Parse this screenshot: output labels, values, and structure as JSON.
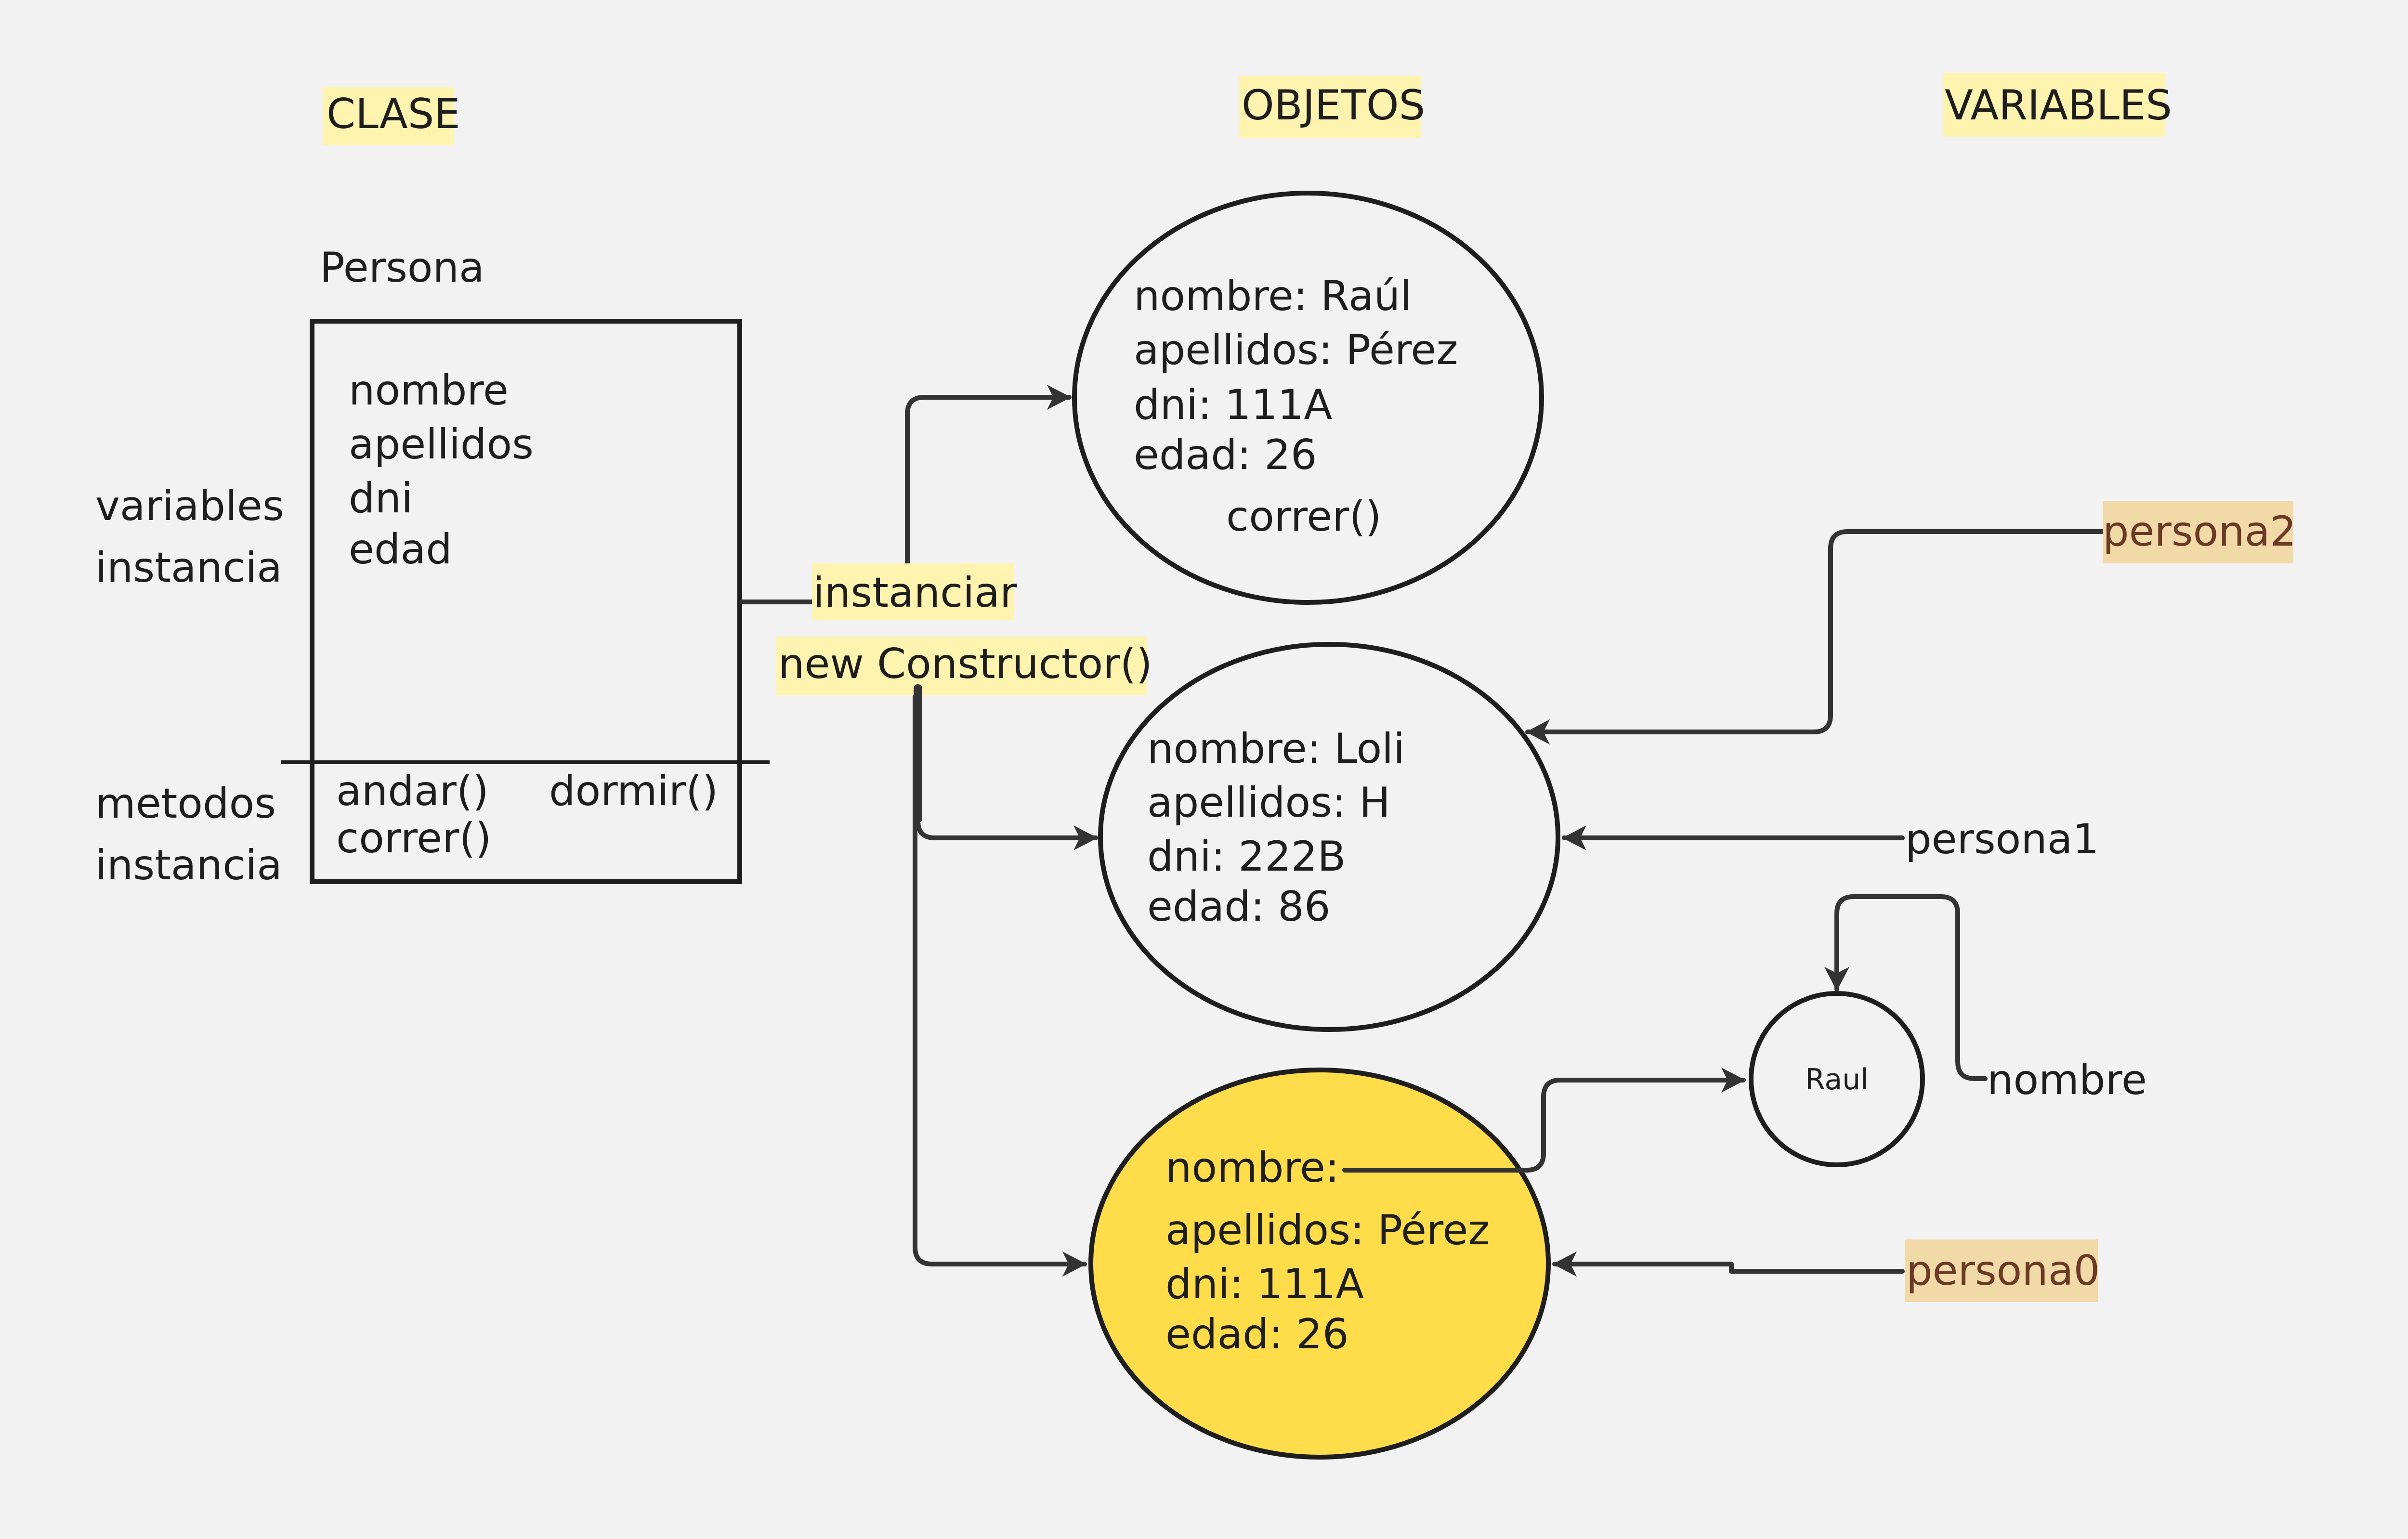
{
  "headers": {
    "clase": "CLASE",
    "objetos": "OBJETOS",
    "variables": "VARIABLES"
  },
  "class_box": {
    "name": "Persona",
    "attributes": [
      "nombre",
      "apellidos",
      "dni",
      "edad"
    ],
    "methods": [
      "andar()",
      "dormir()",
      "correr()"
    ]
  },
  "side_labels": {
    "variables_line1": "variables",
    "variables_line2": "instancia",
    "metodos_line1": "metodos",
    "metodos_line2": "instancia"
  },
  "instantiate": {
    "label": "instanciar",
    "constructor": "new Constructor()"
  },
  "objects": [
    {
      "lines": [
        "nombre: Raúl",
        "apellidos: Pérez",
        "dni: 111A",
        "edad: 26"
      ],
      "method": "correr()"
    },
    {
      "lines": [
        "nombre: Loli",
        "apellidos: H",
        "dni: 222B",
        "edad: 86"
      ]
    },
    {
      "lines": [
        "nombre:",
        "apellidos: Pérez",
        "dni: 111A",
        "edad: 26"
      ]
    }
  ],
  "string_object": {
    "value": "Raul"
  },
  "variables": {
    "persona2": "persona2",
    "persona1": "persona1",
    "persona0": "persona0",
    "nombre": "nombre"
  },
  "colors": {
    "background": "#f2f2f2",
    "stroke": "#1e1e1e",
    "header_highlight": "#fff3b0",
    "variable_highlight": "#f2d9a8",
    "highlighted_object": "#ffdc4a"
  }
}
